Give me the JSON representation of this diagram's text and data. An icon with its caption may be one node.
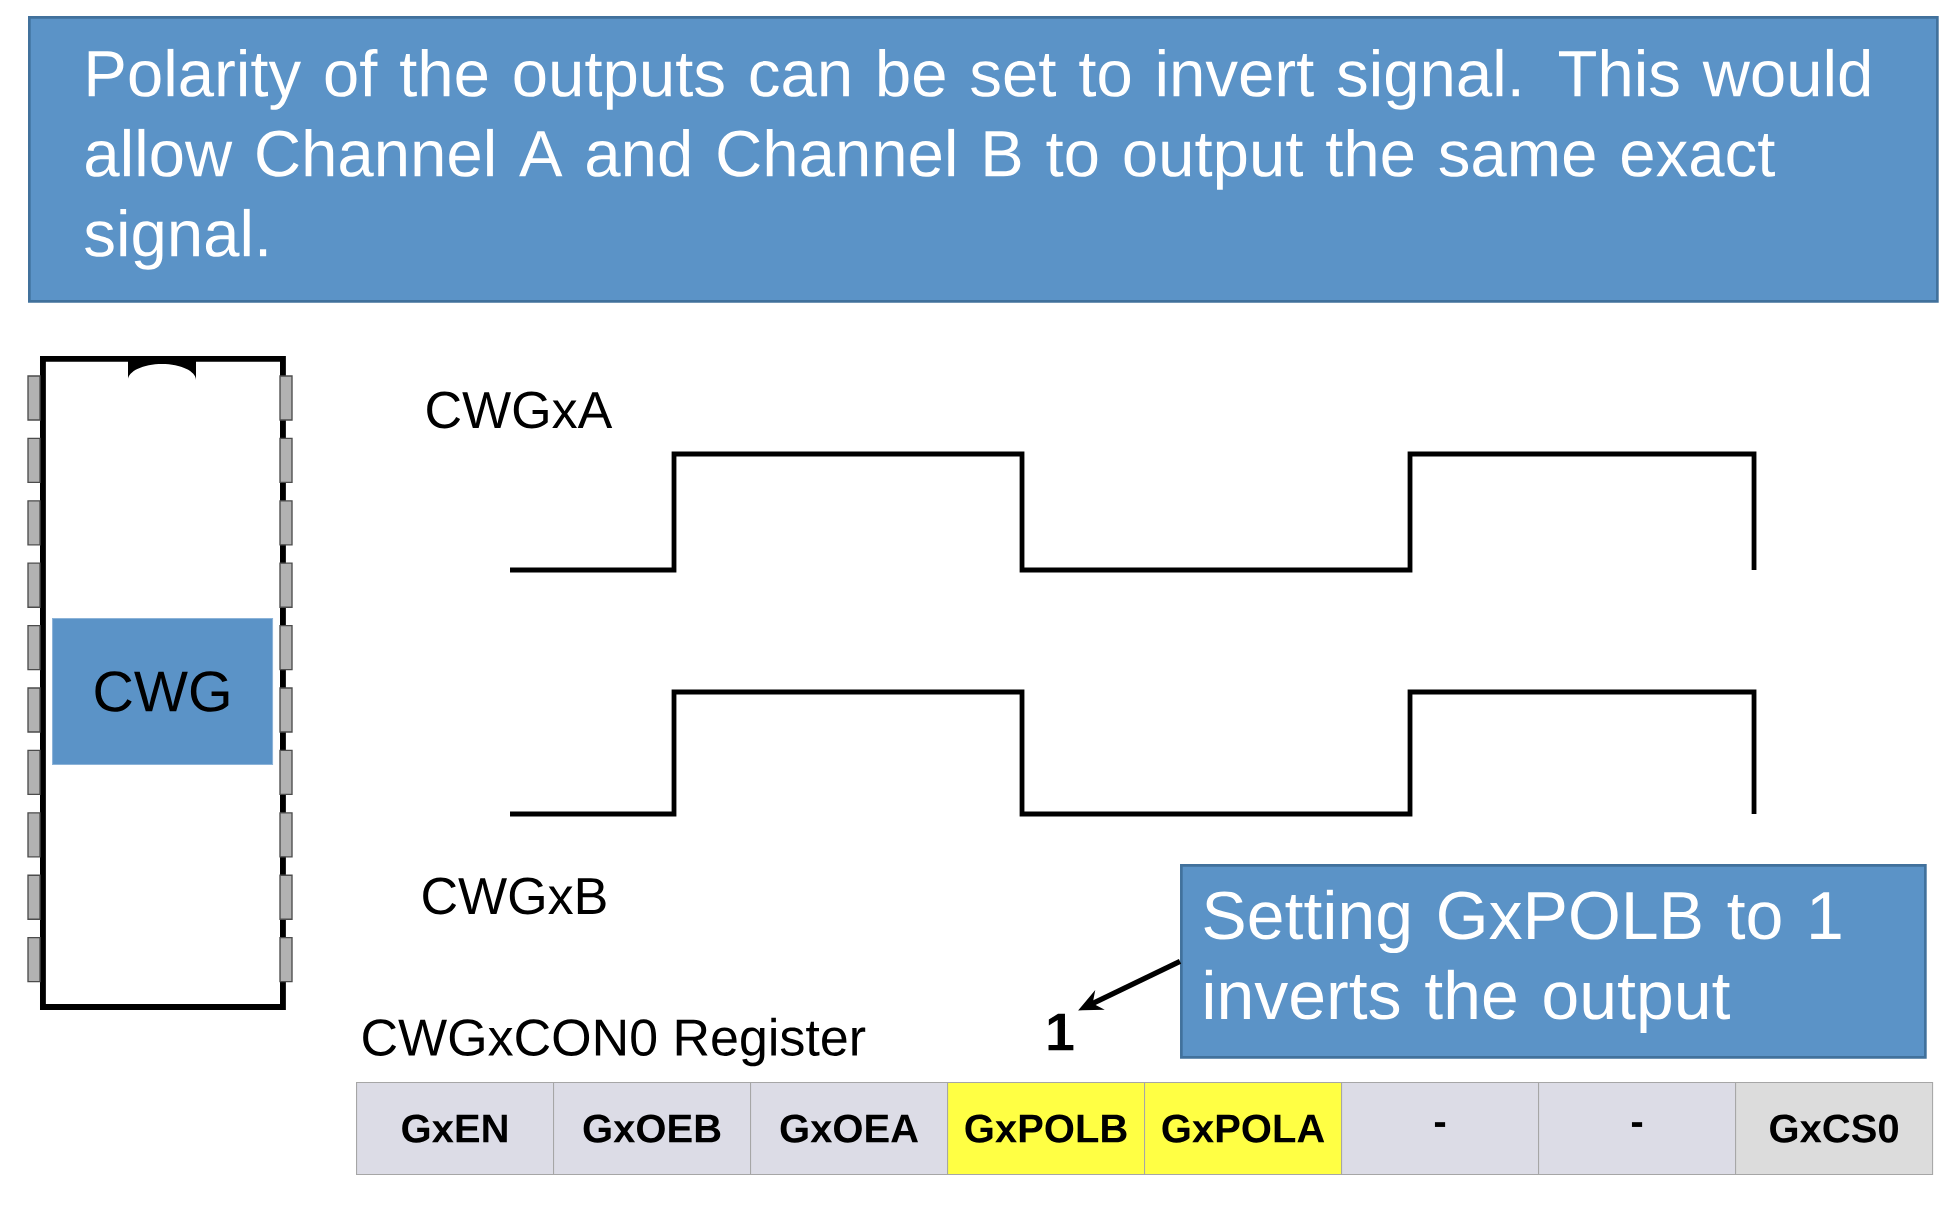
{
  "diagram": {
    "nodes": [
      {
        "text": [
          "Polarity of the outputs can be set to invert signal. This would allow Channel A and Channel B to output the same exact signal."
        ]
      },
      {
        "text": [],
        "shape": "picture"
      },
      {
        "text": [
          "CWG"
        ],
        "in": 1
      },
      {
        "text": [
          "Setting GxPOLB to 1 inverts the output"
        ]
      },
      {
        "text": [
          "1"
        ]
      },
      {
        "text": [
          "GxEN"
        ]
      },
      {
        "text": [
          "GxOEB"
        ]
      },
      {
        "text": [
          "GxOEA"
        ]
      },
      {
        "text": [
          "GxPOLB"
        ]
      },
      {
        "text": [
          "GxPOLA"
        ]
      },
      {
        "text": [
          "-"
        ]
      },
      {
        "text": [
          "-"
        ]
      },
      {
        "text": [
          "GxCS0"
        ]
      }
    ],
    "edges": [
      {
        "from": 3,
        "to": 4,
        "arrow": "to"
      }
    ],
    "labels": [
      "CWGxA",
      "CWGxB",
      "CWGxCON0 Register"
    ]
  }
}
